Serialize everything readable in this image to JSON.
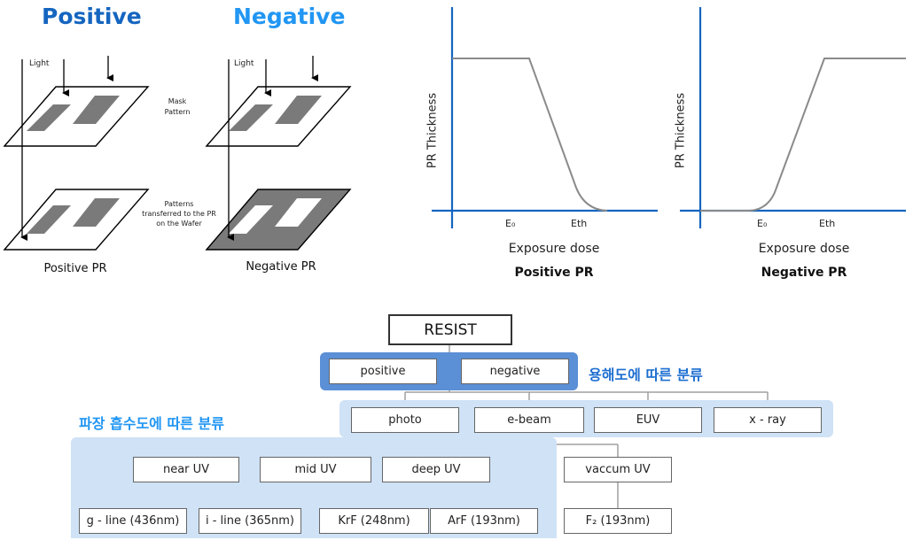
{
  "top_left": {
    "positive_title": "Positive",
    "negative_title": "Negative",
    "light_label_pos": "Light",
    "light_label_neg": "Light",
    "mask_label": "Mask\nPattern",
    "transfer_label": "Patterns\ntransferred to the PR\non the Wafer",
    "positive_pr_caption": "Positive PR",
    "negative_pr_caption": "Negative PR",
    "colors": {
      "positive_title": "#1565c0",
      "negative_title": "#2196f3",
      "pattern": "#7a7a7a"
    }
  },
  "graphs": [
    {
      "ylabel": "PR Thickness",
      "xlabel": "Exposure dose",
      "caption": "Positive PR",
      "tick_e0": "E₀",
      "tick_eth": "Eth"
    },
    {
      "ylabel": "PR Thickness",
      "xlabel": "Exposure dose",
      "caption": "Negative PR",
      "tick_e0": "E₀",
      "tick_eth": "Eth"
    }
  ],
  "chart_data": [
    {
      "type": "line",
      "title": "Positive PR",
      "xlabel": "Exposure dose",
      "ylabel": "PR Thickness",
      "x_ticks": [
        "E₀",
        "Eth"
      ],
      "shape": "high until E₀, decreases to zero at Eth"
    },
    {
      "type": "line",
      "title": "Negative PR",
      "xlabel": "Exposure dose",
      "ylabel": "PR Thickness",
      "x_ticks": [
        "E₀",
        "Eth"
      ],
      "shape": "zero until E₀, increases to maximum at Eth"
    }
  ],
  "tree": {
    "root": "RESIST",
    "solubility_label": "용해도에 따른 분류",
    "absorption_label": "파장 흡수도에 따른 분류",
    "level1": [
      "positive",
      "negative"
    ],
    "level2": [
      "photo",
      "e-beam",
      "EUV",
      "x - ray"
    ],
    "level3": [
      "near UV",
      "mid UV",
      "deep UV",
      "vaccum UV"
    ],
    "level4": [
      "g - line (436nm)",
      "i - line (365nm)",
      "KrF (248nm)",
      "ArF (193nm)",
      "F₂ (193nm)"
    ],
    "colors": {
      "dark_highlight": "#5b8fd6",
      "light_highlight": "#cfe2f6",
      "label_blue": "#1e6fd0",
      "label_light_blue": "#2196f3"
    }
  }
}
